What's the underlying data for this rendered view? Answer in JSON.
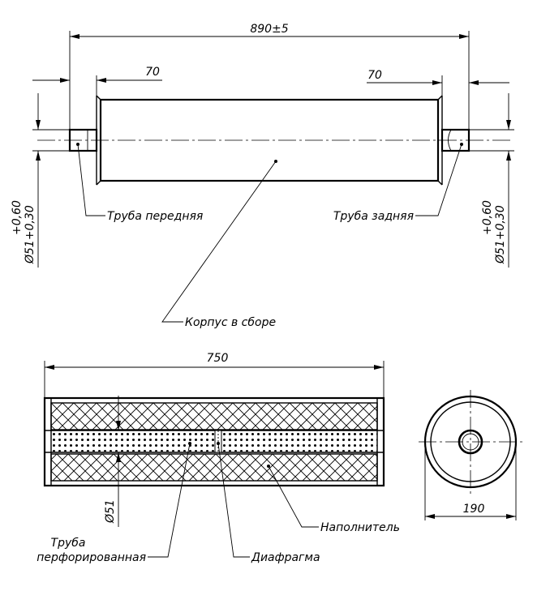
{
  "dimensions": {
    "overall_length": "890±5",
    "front_pipe_length": "70",
    "rear_pipe_length": "70",
    "pipe_diameter_front": "Ø51+0,30",
    "pipe_tolerance_front": "+0,60",
    "pipe_diameter_rear": "Ø51+0,30",
    "pipe_tolerance_rear": "+0,60",
    "section_length": "750",
    "perforated_diameter": "Ø51",
    "body_diameter": "190"
  },
  "labels": {
    "front_pipe": "Труба передняя",
    "rear_pipe": "Труба задняя",
    "body_assembly": "Корпус в сборе",
    "filler": "Наполнитель",
    "perforated_line1": "Труба",
    "perforated_line2": "перфорированная",
    "diaphragm": "Диафрагма"
  }
}
